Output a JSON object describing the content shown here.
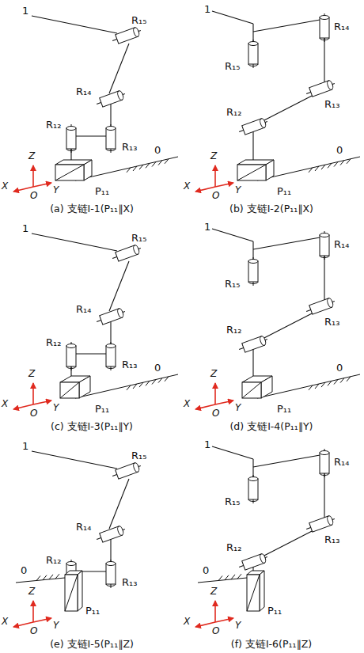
{
  "diagram": {
    "labels": [
      "1",
      "R₁₅",
      "R₁₄",
      "R₁₂",
      "R₁₃",
      "Z",
      "Y",
      "X",
      "O",
      "P₁₁",
      "0",
      "(a) 支链I-1(P₁₁∥X)",
      "1",
      "R₁₅",
      "R₁₄",
      "R₁₂",
      "R₁₃",
      "Z",
      "Y",
      "X",
      "O",
      "P₁₁",
      "0",
      "(b) 支链I-2(P₁₁∥X)",
      "1",
      "R₁₅",
      "R₁₄",
      "R₁₂",
      "R₁₃",
      "Z",
      "Y",
      "X",
      "O",
      "P₁₁",
      "0",
      "(c) 支链I-3(P₁₁∥Y)",
      "1",
      "R₁₅",
      "R₁₄",
      "R₁₂",
      "R₁₃",
      "Z",
      "Y",
      "X",
      "O",
      "P₁₁",
      "0",
      "(d) 支链I-4(P₁₁∥Y)",
      "1",
      "R₁₅",
      "R₁₄",
      "R₁₂",
      "R₁₃",
      "Z",
      "Y",
      "X",
      "O",
      "P₁₁",
      "0",
      "(e) 支链I-5(P₁₁∥Z)",
      "1",
      "R₁₅",
      "R₁₄",
      "R₁₂",
      "R₁₃",
      "Z",
      "Y",
      "X",
      "O",
      "P₁₁",
      "0",
      "(f) 支链I-6(P₁₁∥Z)"
    ]
  }
}
